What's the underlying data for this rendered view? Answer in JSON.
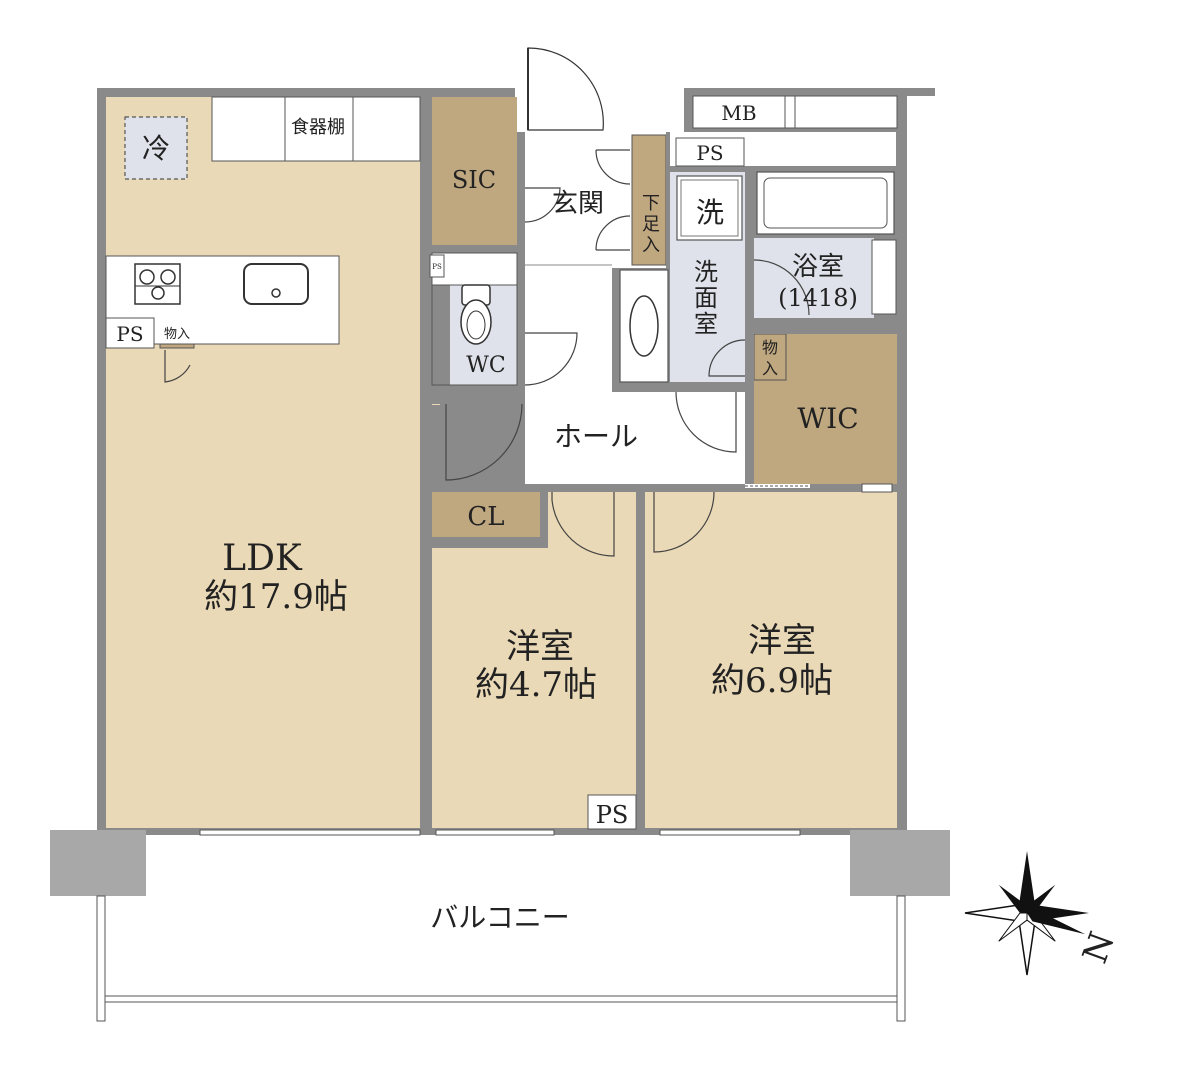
{
  "colors": {
    "floor": "#ead9b6",
    "storage": "#bfa77f",
    "wet": "#dfe2ea",
    "wall": "#8a8a8a",
    "column": "#a8a8a8",
    "white": "#ffffff",
    "line": "#333333"
  },
  "rooms": {
    "ldk_name": "LDK",
    "ldk_size": "約17.9帖",
    "western1_name": "洋室",
    "western1_size": "約4.7帖",
    "western2_name": "洋室",
    "western2_size": "約6.9帖",
    "bath_name": "浴室",
    "bath_size": "(1418)",
    "washroom": [
      "洗",
      "面",
      "室"
    ],
    "entrance": "玄関",
    "hall": "ホール",
    "balcony": "バルコニー",
    "wc": "WC",
    "sic": "SIC",
    "wic": "WIC",
    "cl": "CL"
  },
  "fixtures": {
    "refrigerator": "冷",
    "cupboard": "食器棚",
    "mb": "MB",
    "ps_entrance": "PS",
    "ps_kitchen": "PS",
    "ps_western": "PS",
    "ps_wc": "PS",
    "storage_kitchen": "物入",
    "storage_wash": [
      "物",
      "入"
    ],
    "shoe_cabinet": [
      "下",
      "足",
      "入"
    ],
    "washer": "洗"
  },
  "compass": {
    "label": "N",
    "icon": "compass-rose-icon"
  }
}
